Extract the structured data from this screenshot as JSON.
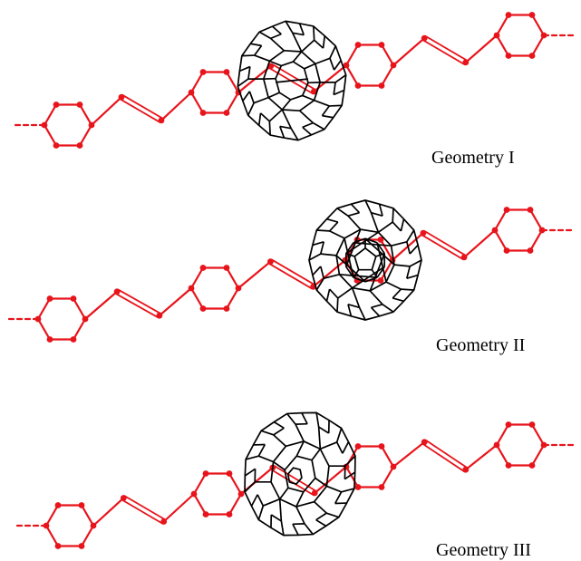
{
  "colors": {
    "molecule": "#e8141b",
    "fullerene": "#000000",
    "background": "#ffffff"
  },
  "panels": [
    {
      "label": "Geometry I",
      "fullerene_view": "side"
    },
    {
      "label": "Geometry II",
      "fullerene_view": "end-on"
    },
    {
      "label": "Geometry III",
      "fullerene_view": "tilted"
    }
  ]
}
